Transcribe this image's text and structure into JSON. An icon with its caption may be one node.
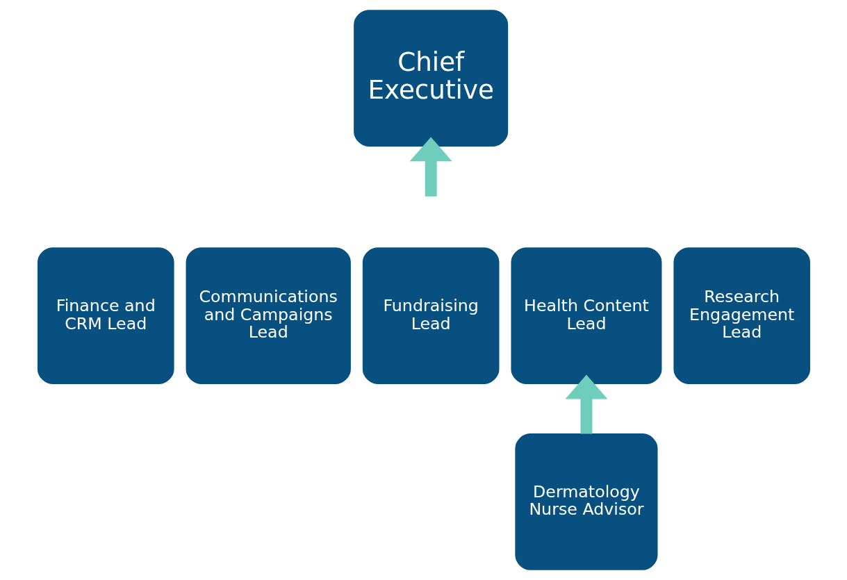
{
  "diagram": {
    "nodes": [
      {
        "text": [
          "Chief Executive"
        ]
      },
      {
        "text": [
          "Finance and CRM Lead"
        ]
      },
      {
        "text": [
          "Communications and Campaigns Lead"
        ]
      },
      {
        "text": [
          "Fundraising Lead"
        ]
      },
      {
        "text": [
          "Health Content Lead"
        ]
      },
      {
        "text": [
          "Research Engagement Lead"
        ]
      },
      {
        "text": [
          "Dermatology Nurse Advisor"
        ]
      }
    ],
    "edges": [
      {
        "from": null,
        "to": 0,
        "arrow": "to"
      },
      {
        "from": 6,
        "to": 4,
        "arrow": "to"
      }
    ]
  }
}
